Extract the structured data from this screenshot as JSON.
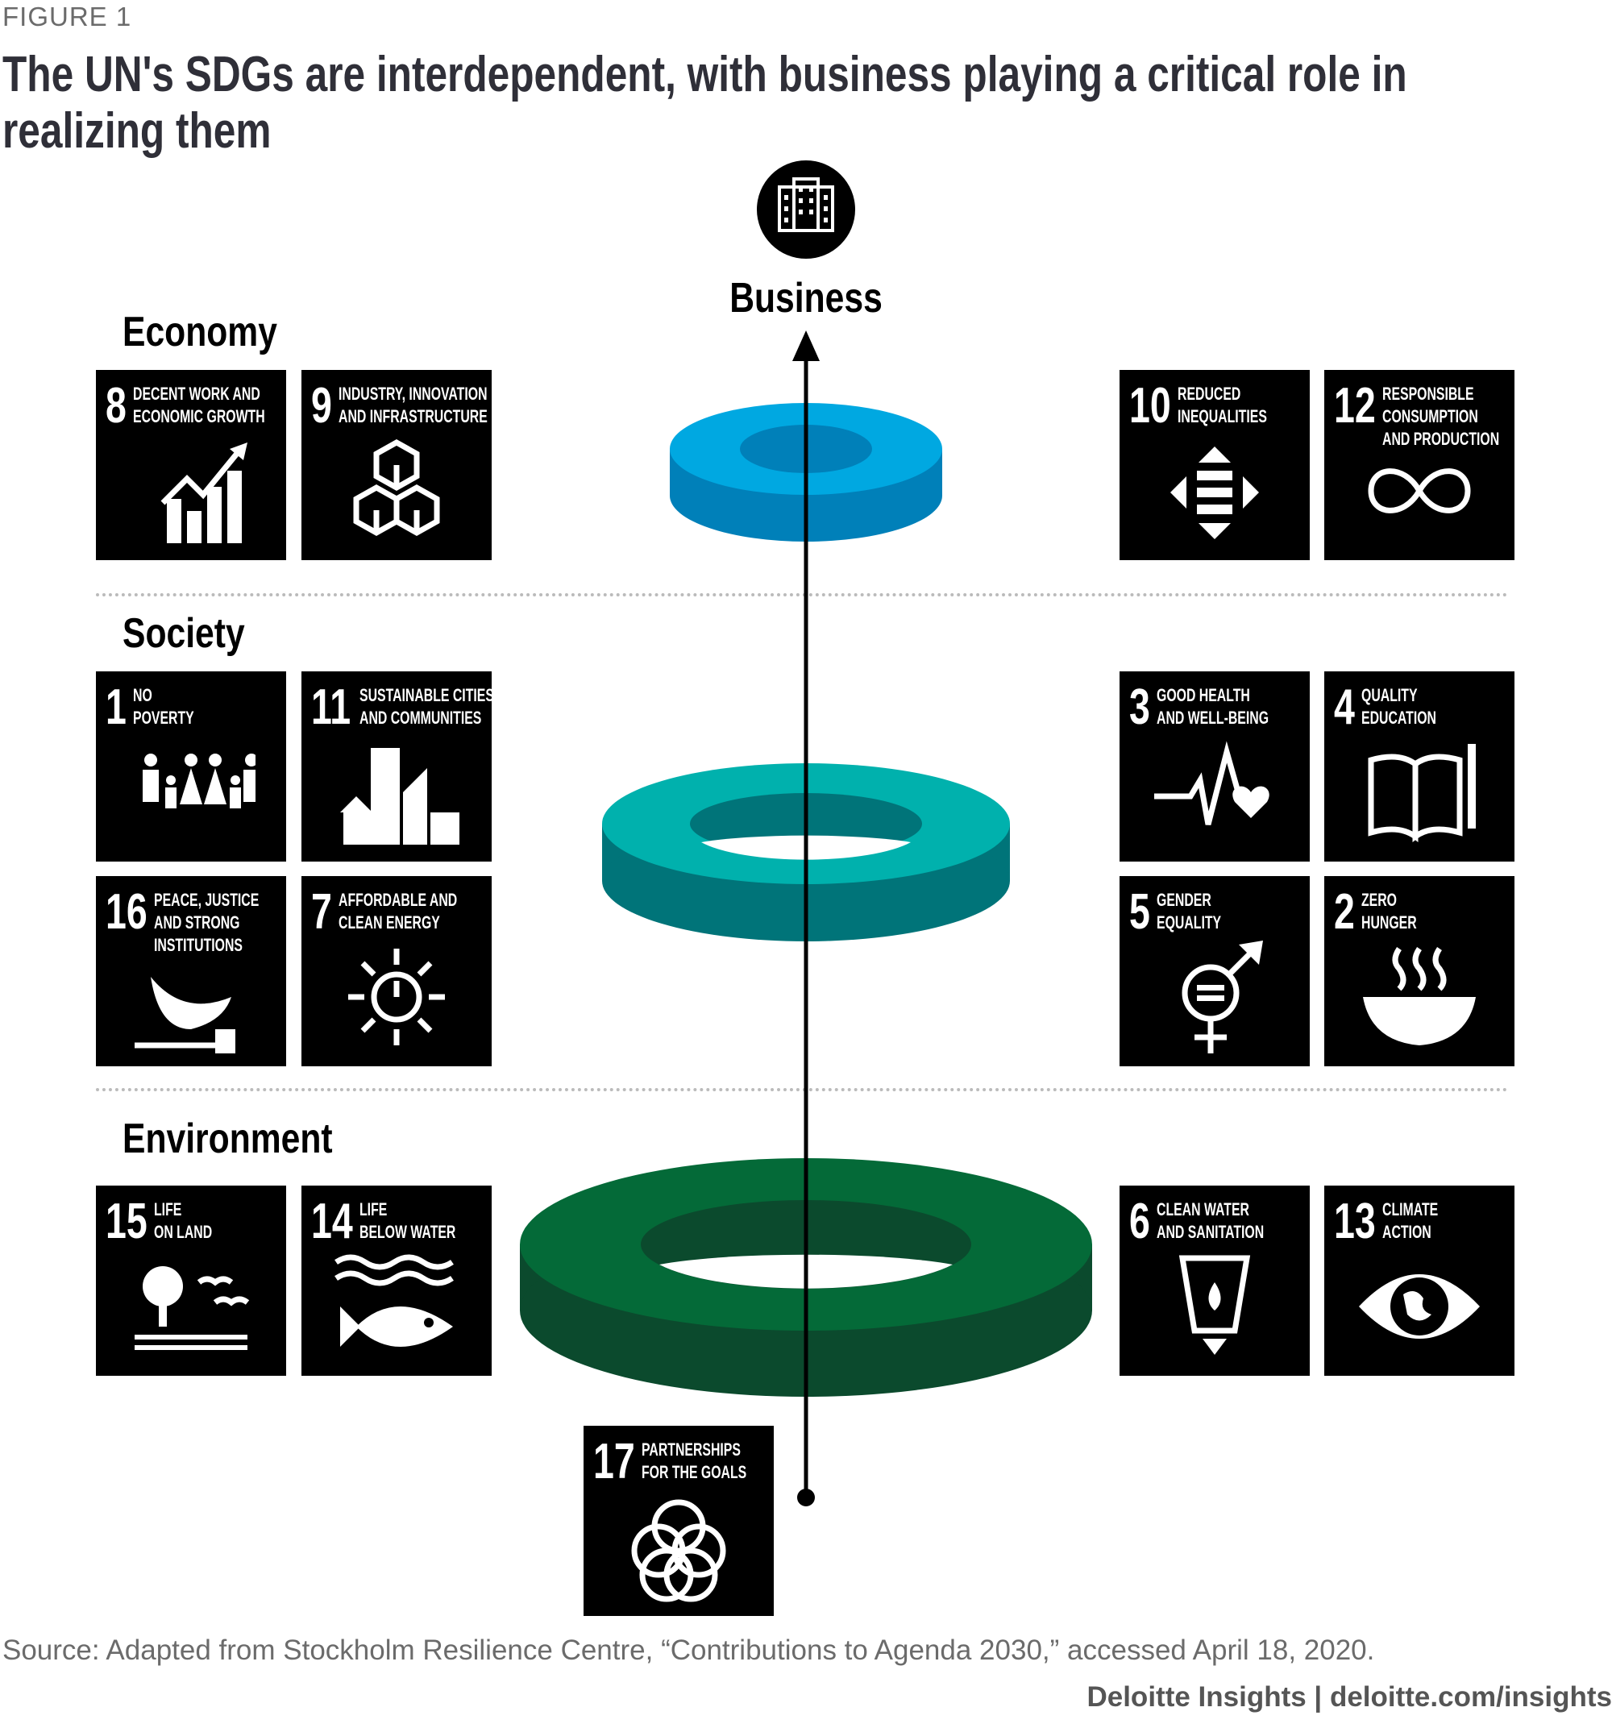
{
  "figure_label": "FIGURE 1",
  "title": "The UN's SDGs are interdependent, with business playing a critical role in realizing them",
  "center": {
    "label": "Business",
    "icon": "building-icon"
  },
  "sections": {
    "economy": "Economy",
    "society": "Society",
    "environment": "Environment"
  },
  "ring_colors": {
    "economy": "#00a8e1",
    "society": "#00b1ad",
    "environment": "#046a38"
  },
  "goals": [
    {
      "number": "8",
      "label": "DECENT WORK AND\nECONOMIC GROWTH",
      "icon": "growth-chart-icon",
      "section": "economy"
    },
    {
      "number": "9",
      "label": "INDUSTRY, INNOVATION\nAND INFRASTRUCTURE",
      "icon": "cubes-icon",
      "section": "economy"
    },
    {
      "number": "10",
      "label": "REDUCED\nINEQUALITIES",
      "icon": "equality-arrows-icon",
      "section": "economy"
    },
    {
      "number": "12",
      "label": "RESPONSIBLE\nCONSUMPTION\nAND PRODUCTION",
      "icon": "infinity-icon",
      "section": "economy"
    },
    {
      "number": "1",
      "label": "NO\nPOVERTY",
      "icon": "family-icon",
      "section": "society"
    },
    {
      "number": "11",
      "label": "SUSTAINABLE CITIES\nAND COMMUNITIES",
      "icon": "city-icon",
      "section": "society"
    },
    {
      "number": "3",
      "label": "GOOD HEALTH\nAND WELL-BEING",
      "icon": "heartbeat-icon",
      "section": "society"
    },
    {
      "number": "4",
      "label": "QUALITY\nEDUCATION",
      "icon": "book-pencil-icon",
      "section": "society"
    },
    {
      "number": "16",
      "label": "PEACE, JUSTICE\nAND STRONG\nINSTITUTIONS",
      "icon": "dove-gavel-icon",
      "section": "society"
    },
    {
      "number": "7",
      "label": "AFFORDABLE AND\nCLEAN ENERGY",
      "icon": "sun-power-icon",
      "section": "society"
    },
    {
      "number": "5",
      "label": "GENDER\nEQUALITY",
      "icon": "gender-icon",
      "section": "society"
    },
    {
      "number": "2",
      "label": "ZERO\nHUNGER",
      "icon": "bowl-icon",
      "section": "society"
    },
    {
      "number": "15",
      "label": "LIFE\nON LAND",
      "icon": "tree-birds-icon",
      "section": "environment"
    },
    {
      "number": "14",
      "label": "LIFE\nBELOW WATER",
      "icon": "fish-icon",
      "section": "environment"
    },
    {
      "number": "6",
      "label": "CLEAN WATER\nAND SANITATION",
      "icon": "water-glass-icon",
      "section": "environment"
    },
    {
      "number": "13",
      "label": "CLIMATE\nACTION",
      "icon": "eye-globe-icon",
      "section": "environment"
    },
    {
      "number": "17",
      "label": "PARTNERSHIPS\nFOR THE GOALS",
      "icon": "rings-icon",
      "section": "foundation"
    }
  ],
  "source": "Source: Adapted from Stockholm Resilience Centre, “Contributions to Agenda 2030,” accessed April 18, 2020.",
  "credit": "Deloitte Insights | deloitte.com/insights"
}
